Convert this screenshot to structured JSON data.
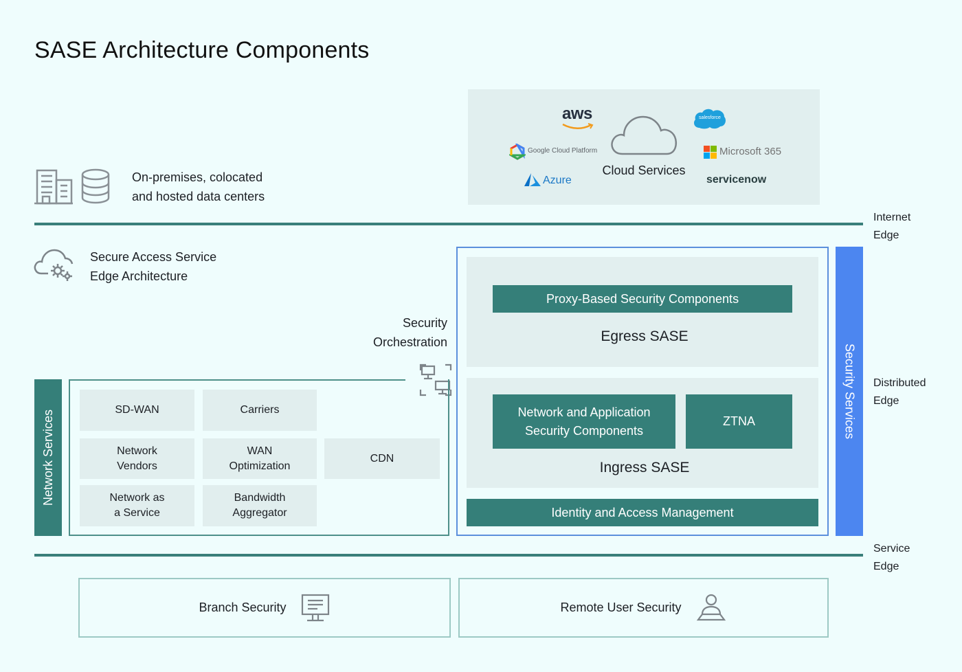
{
  "title": "SASE Architecture Components",
  "data_centers": {
    "line1": "On-premises, colocated",
    "line2": "and hosted data centers"
  },
  "cloud": {
    "label": "Cloud Services",
    "logos": {
      "aws": "aws",
      "google": "Google Cloud Platform",
      "azure": "Azure",
      "salesforce": "salesforce",
      "microsoft": "Microsoft 365",
      "servicenow": "servicenow"
    }
  },
  "edges": {
    "internet": [
      "Internet",
      "Edge"
    ],
    "distributed": [
      "Distributed",
      "Edge"
    ],
    "service": [
      "Service",
      "Edge"
    ]
  },
  "sase_arch": {
    "line1": "Secure Access Service",
    "line2": "Edge Architecture"
  },
  "orchestration": {
    "line1": "Security",
    "line2": "Orchestration"
  },
  "network_services": {
    "label": "Network Services",
    "items": {
      "sdwan": "SD-WAN",
      "carriers": "Carriers",
      "vendors_1": "Network",
      "vendors_2": "Vendors",
      "wan_1": "WAN",
      "wan_2": "Optimization",
      "cdn": "CDN",
      "naas_1": "Network as",
      "naas_2": "a Service",
      "bw_1": "Bandwidth",
      "bw_2": "Aggregator"
    }
  },
  "egress": {
    "component": "Proxy-Based Security Components",
    "label": "Egress SASE"
  },
  "ingress": {
    "component_1": "Network and Application",
    "component_2": "Security Components",
    "ztna": "ZTNA",
    "label": "Ingress SASE"
  },
  "iam": "Identity and Access Management",
  "security_services": "Security Services",
  "branch": "Branch Security",
  "remote": "Remote User Security",
  "colors": {
    "teal": "#357f79",
    "blue": "#4c86f0",
    "frame_blue": "#5b8fdc",
    "background": "#effdfd",
    "panel_grey": "#e1efef"
  }
}
